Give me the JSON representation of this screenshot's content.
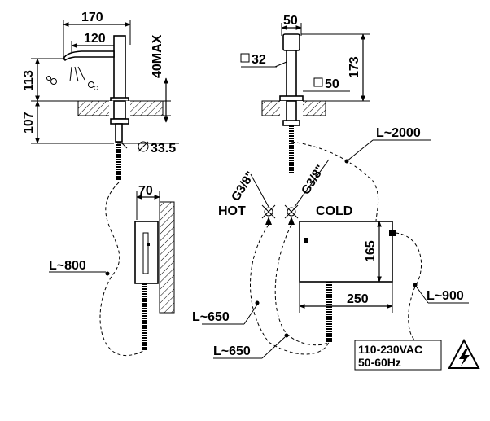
{
  "diagram": {
    "dimensions": {
      "width_overall": "170",
      "spout_reach": "120",
      "spout_height": "113",
      "base_height": "107",
      "height_max": "40MAX",
      "hole_diameter": "33.5",
      "body_width": "50",
      "square_32": "32",
      "square_50": "50",
      "body_height": "173",
      "wall_depth": "70",
      "box_height": "165",
      "box_width": "250"
    },
    "hoses": {
      "hose_800": "L~800",
      "hose_2000": "L~2000",
      "hose_650_hot": "L~650",
      "hose_650_cold": "L~650",
      "hose_900": "L~900"
    },
    "connections": {
      "hot_label": "HOT",
      "cold_label": "COLD",
      "thread_hot": "G3/8\"",
      "thread_cold": "G3/8\""
    },
    "power": {
      "voltage": "110-230VAC",
      "frequency": "50-60Hz",
      "warning_icon": "high-voltage-warning-icon"
    }
  }
}
